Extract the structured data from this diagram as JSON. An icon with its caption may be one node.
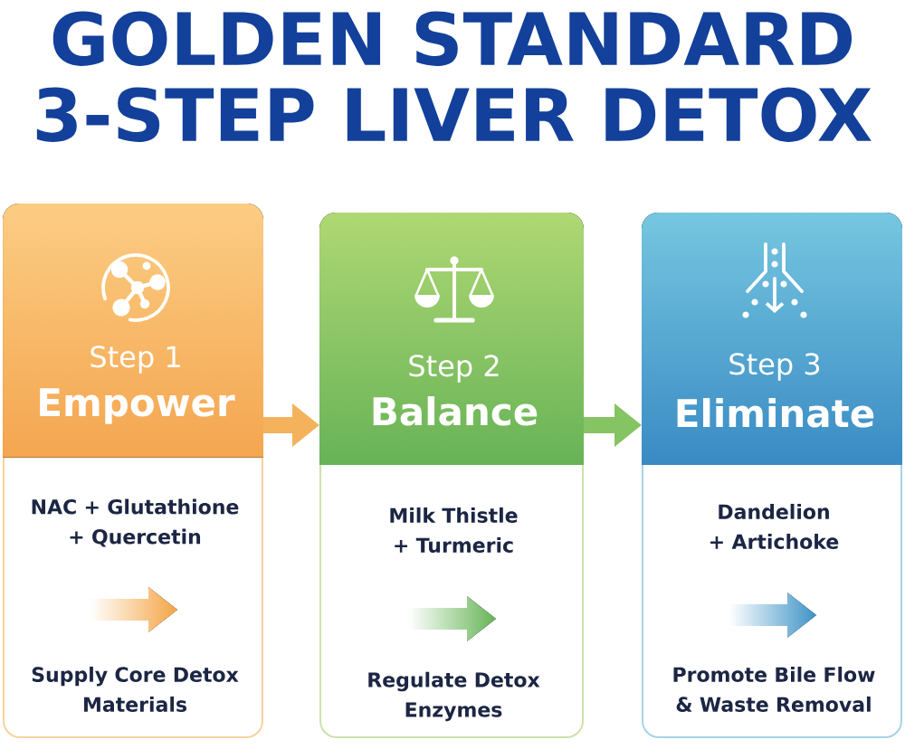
{
  "diagram": {
    "title": "GOLDEN STANDARD 3-STEP LIVER DETOX",
    "nodes": [
      {
        "text": [
          "NAC + Glutathione + Quercetin",
          "Supply Core Detox Materials"
        ]
      },
      {
        "text": [
          "Step 1",
          "Empower"
        ],
        "in": 0
      },
      {
        "text": [
          "Milk Thistle + Turmeric",
          "Regulate Detox Enzymes"
        ]
      },
      {
        "text": [
          "Step 2",
          "Balance"
        ],
        "in": 2
      },
      {
        "text": [
          "Dandelion + Artichoke",
          "Promote Bile Flow & Waste Removal"
        ]
      },
      {
        "text": [
          "Step 3",
          "Eliminate"
        ],
        "in": 4
      }
    ],
    "edges": [
      {
        "from": 1,
        "to": 3,
        "arrow": "to",
        "color": "#f5b25c"
      },
      {
        "from": 3,
        "to": 5,
        "arrow": "to",
        "color": "#86c463"
      }
    ]
  }
}
